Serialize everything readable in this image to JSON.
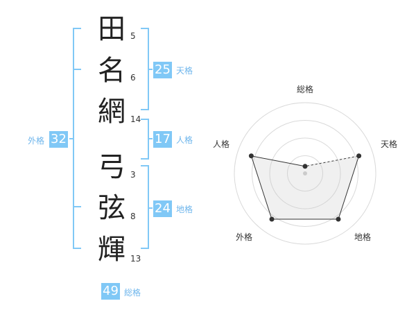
{
  "colors": {
    "accent": "#80c8f6",
    "bracket": "#80c8f6",
    "text": "#222222",
    "label": "#6fb6ec"
  },
  "surname": [
    {
      "char": "田",
      "strokes": "5"
    },
    {
      "char": "名",
      "strokes": "6"
    },
    {
      "char": "網",
      "strokes": "14"
    }
  ],
  "given": [
    {
      "char": "弓",
      "strokes": "3"
    },
    {
      "char": "弦",
      "strokes": "8"
    },
    {
      "char": "輝",
      "strokes": "13"
    }
  ],
  "kaku": {
    "ten": {
      "value": "25",
      "label": "天格"
    },
    "jin": {
      "value": "17",
      "label": "人格"
    },
    "chi": {
      "value": "24",
      "label": "地格"
    },
    "gai": {
      "value": "32",
      "label": "外格"
    },
    "sou": {
      "value": "49",
      "label": "総格"
    }
  },
  "chart_data": {
    "type": "radar",
    "axes": [
      "総格",
      "天格",
      "地格",
      "外格",
      "人格"
    ],
    "values": [
      0.1,
      0.8,
      0.8,
      0.8,
      0.8
    ],
    "range": [
      0,
      1
    ],
    "rings": 4
  }
}
